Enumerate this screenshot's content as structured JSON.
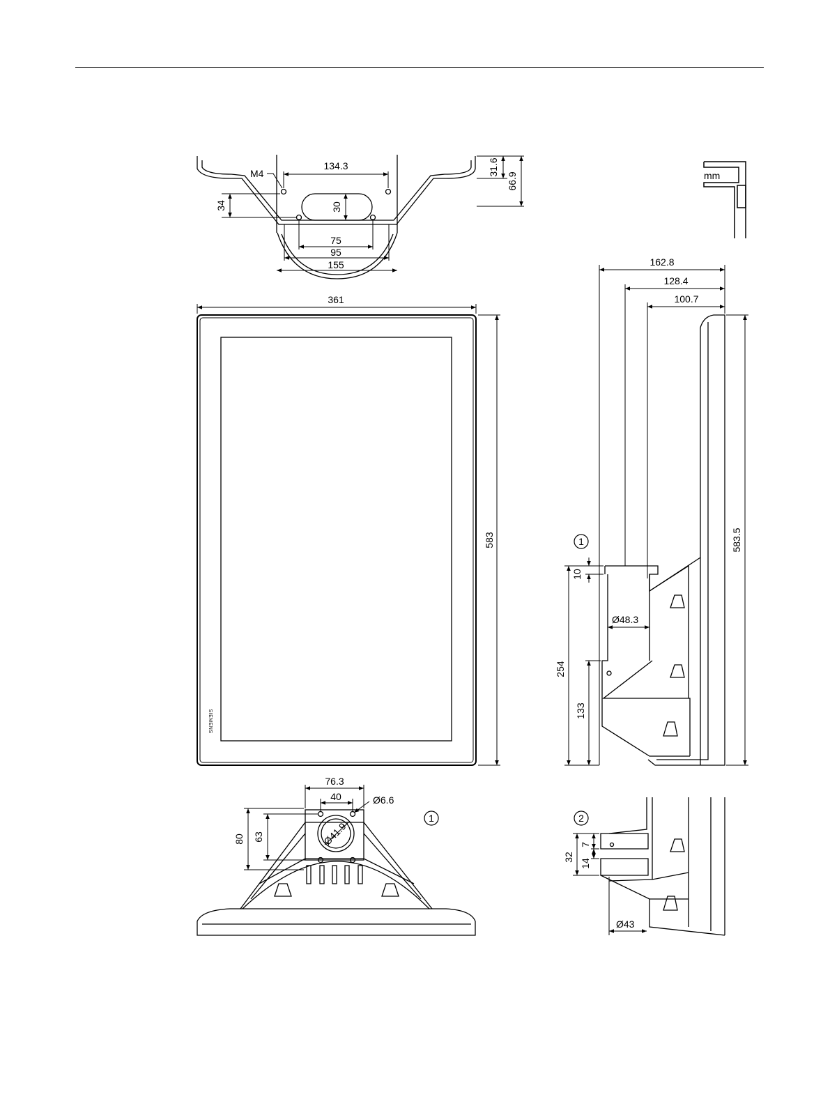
{
  "unit_label": "mm",
  "brand": "SIEMENS",
  "callouts": {
    "one": "1",
    "two": "2"
  },
  "top_view": {
    "width_mounting": "134.3",
    "depth_a": "31.6",
    "depth_b": "66.9",
    "thread": "M4",
    "offset": "34",
    "slot": "30",
    "w75": "75",
    "w95": "95",
    "w155": "155"
  },
  "front_view": {
    "width": "361",
    "height": "583"
  },
  "side_view": {
    "d1": "162.8",
    "d2": "128.4",
    "d3": "100.7",
    "height": "583.5",
    "flange": "10",
    "tube_dia": "Ø48.3",
    "h254": "254",
    "h133": "133"
  },
  "bottom_view": {
    "w76": "76.3",
    "w40": "40",
    "hole_dia": "Ø6.6",
    "tube_dia": "Ø41.9",
    "h80": "80",
    "h63": "63"
  },
  "detail_view": {
    "h32": "32",
    "h14": "14",
    "h7": "7",
    "dia": "Ø43"
  }
}
